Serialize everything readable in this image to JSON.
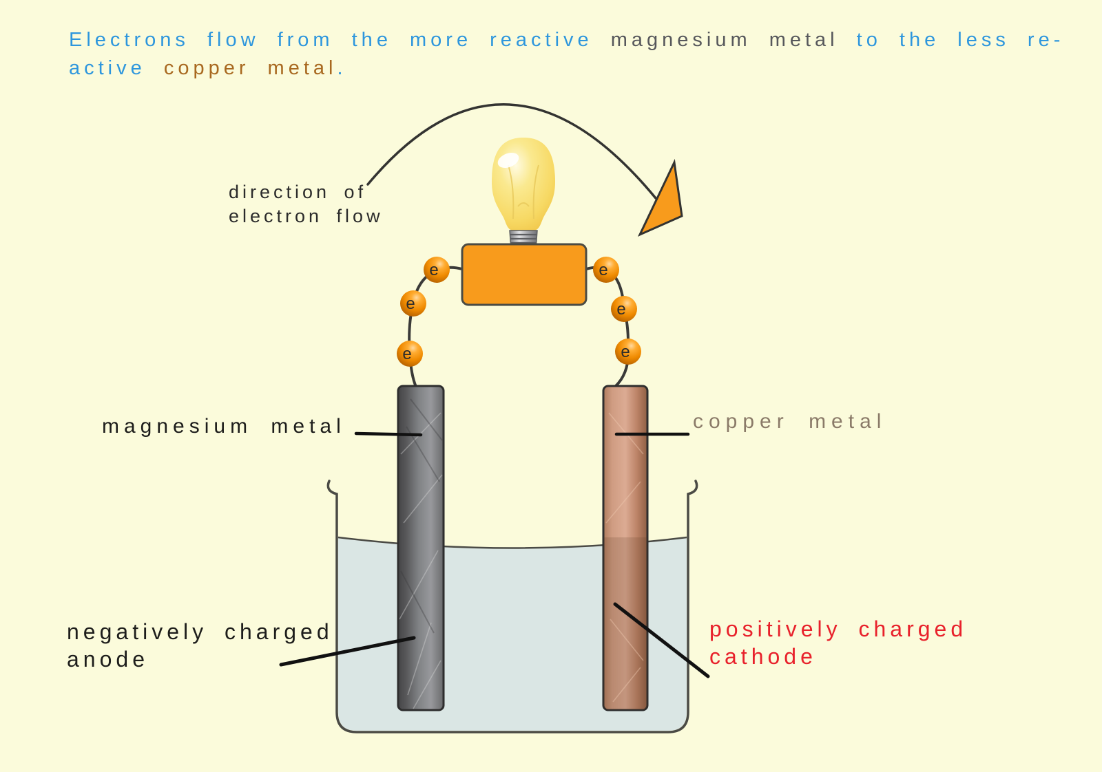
{
  "title": {
    "part1": "Electrons flow from the more reactive ",
    "part2": "magnesium metal ",
    "part3": "to the less re-",
    "part4": "active ",
    "part5": "copper metal",
    "part6": "."
  },
  "arrow_label": {
    "line1": "direction of",
    "line2": "electron flow"
  },
  "labels": {
    "magnesium": "magnesium metal",
    "copper": "copper metal",
    "anode_line1": "negatively charged",
    "anode_line2": "anode",
    "cathode_line1": "positively charged",
    "cathode_line2": "cathode"
  },
  "electron": {
    "symbol": "e",
    "count": 6
  },
  "colors": {
    "background": "#fbfbdb",
    "title_blue": "#2d96dd",
    "title_gray": "#56575b",
    "title_brown": "#a8681f",
    "text_dark": "#1d1d1b",
    "copper_label": "#8a7a68",
    "cathode_red": "#e8212b",
    "orange": "#f89b1c",
    "water": "#dae6e4",
    "outline": "#4a4a45",
    "wire": "#3a3a38"
  }
}
